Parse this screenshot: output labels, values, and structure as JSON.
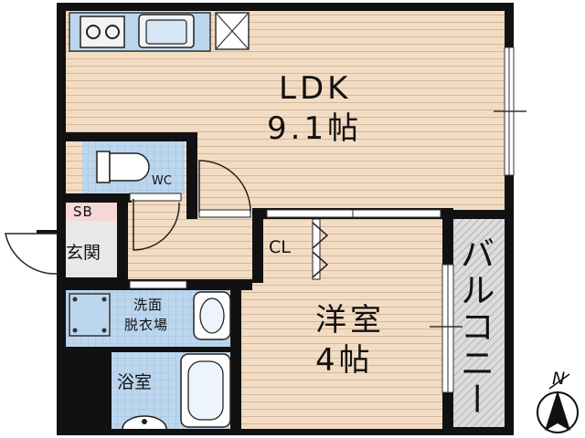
{
  "rooms": {
    "ldk": {
      "name": "LDK",
      "size": "9.1帖"
    },
    "western": {
      "name": "洋室",
      "size": "4帖"
    },
    "toilet": {
      "name": "WC"
    },
    "closet": {
      "name": "CL"
    },
    "shoebox": {
      "name": "SB"
    },
    "entrance": {
      "name": "玄関"
    },
    "washroom": {
      "line1": "洗面",
      "line2": "脱衣場"
    },
    "bath": {
      "name": "浴室"
    },
    "balcony": {
      "name": "バルコニー"
    }
  },
  "compass": {
    "label": "N"
  },
  "colors": {
    "wall": "#111111",
    "floor": "#f3dcc4",
    "wet_area": "#bcd6ee",
    "balcony": "#d9d9d9"
  }
}
